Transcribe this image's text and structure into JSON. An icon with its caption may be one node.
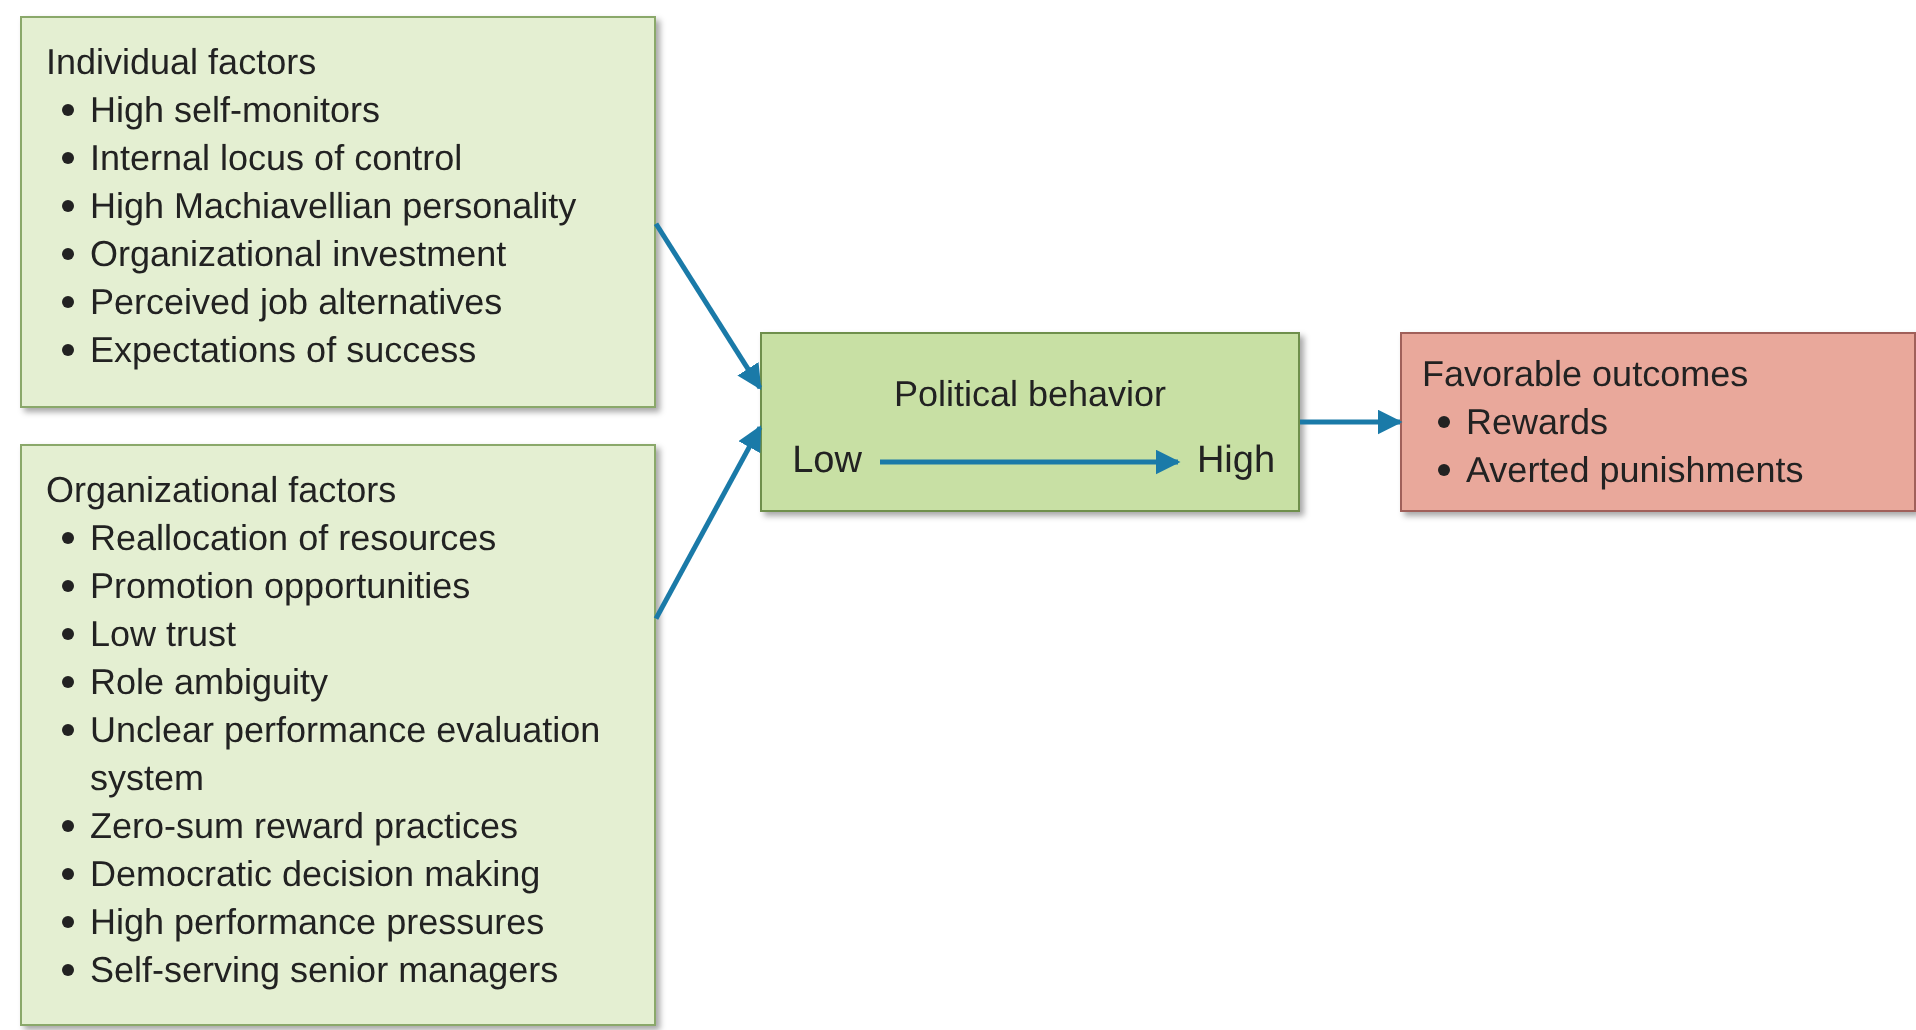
{
  "diagram": {
    "nodes": [
      {
        "text": [
          "Individual factors",
          "High self-monitors",
          "Internal locus of control",
          "High Machiavellian personality",
          "Organizational investment",
          "Perceived job alternatives",
          "Expectations of success"
        ]
      },
      {
        "text": [
          "Organizational factors",
          "Reallocation of resources",
          "Promotion opportunities",
          "Low trust",
          "Role ambiguity",
          "Unclear performance evaluation system",
          "Zero-sum reward practices",
          "Democratic decision making",
          "High performance pressures",
          "Self-serving senior managers"
        ]
      },
      {
        "text": [
          "Political behavior"
        ]
      },
      {
        "text": [
          "Low"
        ],
        "in": 2
      },
      {
        "text": [
          "High"
        ],
        "in": 2
      },
      {
        "text": [
          "Favorable outcomes",
          "Rewards",
          "Averted punishments"
        ]
      }
    ],
    "edges": [
      {
        "from": 0,
        "to": 2,
        "arrow": "to"
      },
      {
        "from": 1,
        "to": 2,
        "arrow": "to"
      },
      {
        "from": 3,
        "to": 4,
        "arrow": "to"
      },
      {
        "from": 2,
        "to": 5,
        "arrow": "to"
      }
    ]
  }
}
